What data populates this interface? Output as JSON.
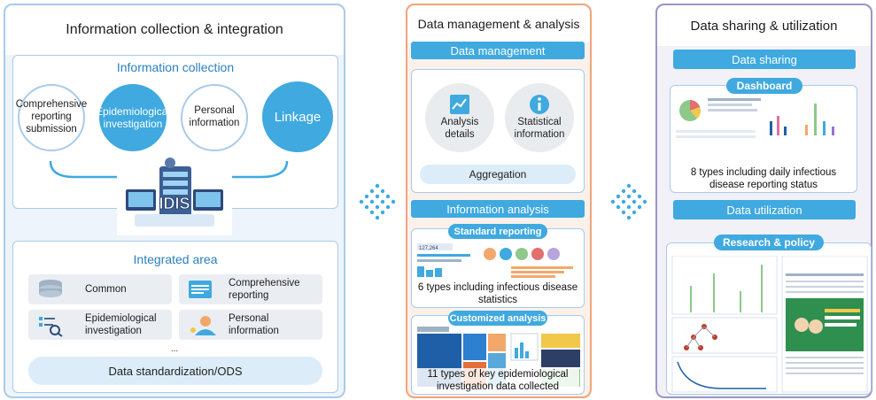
{
  "left": {
    "title": "Information collection & integration",
    "collection": {
      "title": "Information collection",
      "circles": [
        "Comprehensive reporting submission",
        "Epidemiological investigation",
        "Personal information",
        "Linkage"
      ]
    },
    "logo_text": "IDIS",
    "integrated": {
      "title": "Integrated area",
      "items": [
        "Common",
        "Comprehensive reporting",
        "Epidemiological investigation",
        "Personal information"
      ],
      "ellipsis": "...",
      "footer": "Data standardization/ODS"
    }
  },
  "middle": {
    "title": "Data management & analysis",
    "data_management": {
      "label": "Data management",
      "items": [
        "Analysis details",
        "Statistical information"
      ],
      "aggregation": "Aggregation"
    },
    "information_analysis": {
      "label": "Information analysis",
      "standard": {
        "label": "Standard reporting",
        "number": "127,264",
        "caption": "6 types including infectious disease statistics"
      },
      "customized": {
        "label": "Customized analysis",
        "caption": "11 types of key epidemiological investigation data collected"
      }
    }
  },
  "right": {
    "title": "Data sharing & utilization",
    "sharing": {
      "label": "Data sharing",
      "dashboard": "Dashboard",
      "caption": "8 types including daily infectious disease reporting status"
    },
    "utilization": {
      "label": "Data utilization",
      "research": "Research & policy"
    }
  },
  "colors": {
    "accent_blue": "#3fa9e0",
    "left_border": "#a9cbea",
    "middle_border": "#f0a57a",
    "right_border": "#9d95c9"
  }
}
